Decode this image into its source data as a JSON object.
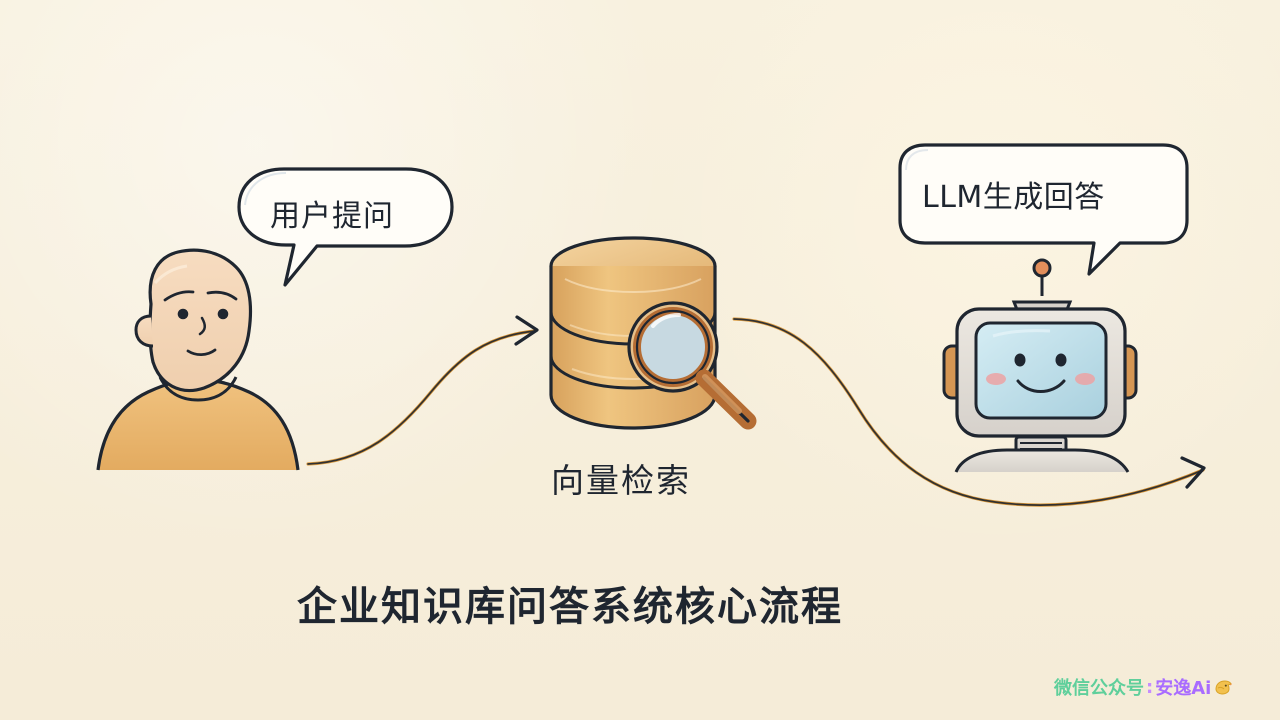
{
  "diagram": {
    "bubble_left": "用户提问",
    "bubble_right": "LLM生成回答",
    "center_label": "向量检索",
    "title": "企业知识库问答系统核心流程"
  },
  "watermark": {
    "prefix": "微信公众号",
    "separator": ":",
    "brand": "安逸Ai"
  },
  "colors": {
    "background": "#f6eedc",
    "outline": "#1f2630",
    "body_fill": "#e8b56e",
    "database_fill": "#e2b06b",
    "robot_screen": "#bfdde8",
    "watermark_green": "#5fcf9b",
    "watermark_purple": "#a96cff"
  },
  "icons": {
    "person": "person-icon",
    "database": "database-icon",
    "magnifier": "magnifier-icon",
    "robot": "robot-icon",
    "arrow": "arrow-icon",
    "watermark_bird": "bird-icon"
  }
}
